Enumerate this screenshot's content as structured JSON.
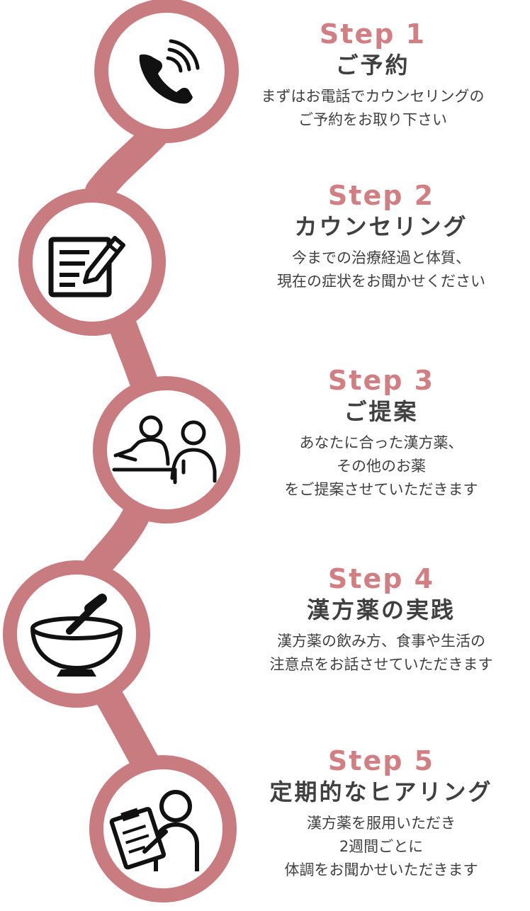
{
  "colors": {
    "accent": "#d17f83",
    "chain": "#c97c80",
    "text": "#404040",
    "icon": "#111111"
  },
  "steps": [
    {
      "label": "Step 1",
      "title": "ご予約",
      "desc": [
        "まずはお電話でカウンセリングの",
        "ご予約をお取り下さい"
      ],
      "icon": "phone-icon"
    },
    {
      "label": "Step 2",
      "title": "カウンセリング",
      "desc": [
        "今までの治療経過と体質、",
        "現在の症状をお聞かせください"
      ],
      "icon": "notepad-pencil-icon"
    },
    {
      "label": "Step 3",
      "title": "ご提案",
      "desc": [
        "あなたに合った漢方薬、",
        "その他のお薬",
        "をご提案させていただきます"
      ],
      "icon": "consultation-icon"
    },
    {
      "label": "Step 4",
      "title": "漢方薬の実践",
      "desc": [
        "漢方薬の飲み方、食事や生活の",
        "注意点をお話させていただきます"
      ],
      "icon": "mortar-pestle-icon"
    },
    {
      "label": "Step 5",
      "title": "定期的なヒアリング",
      "desc": [
        "漢方薬を服用いただき",
        "2週間ごとに",
        "体調をお聞かせいただきます"
      ],
      "icon": "clipboard-person-icon"
    }
  ]
}
